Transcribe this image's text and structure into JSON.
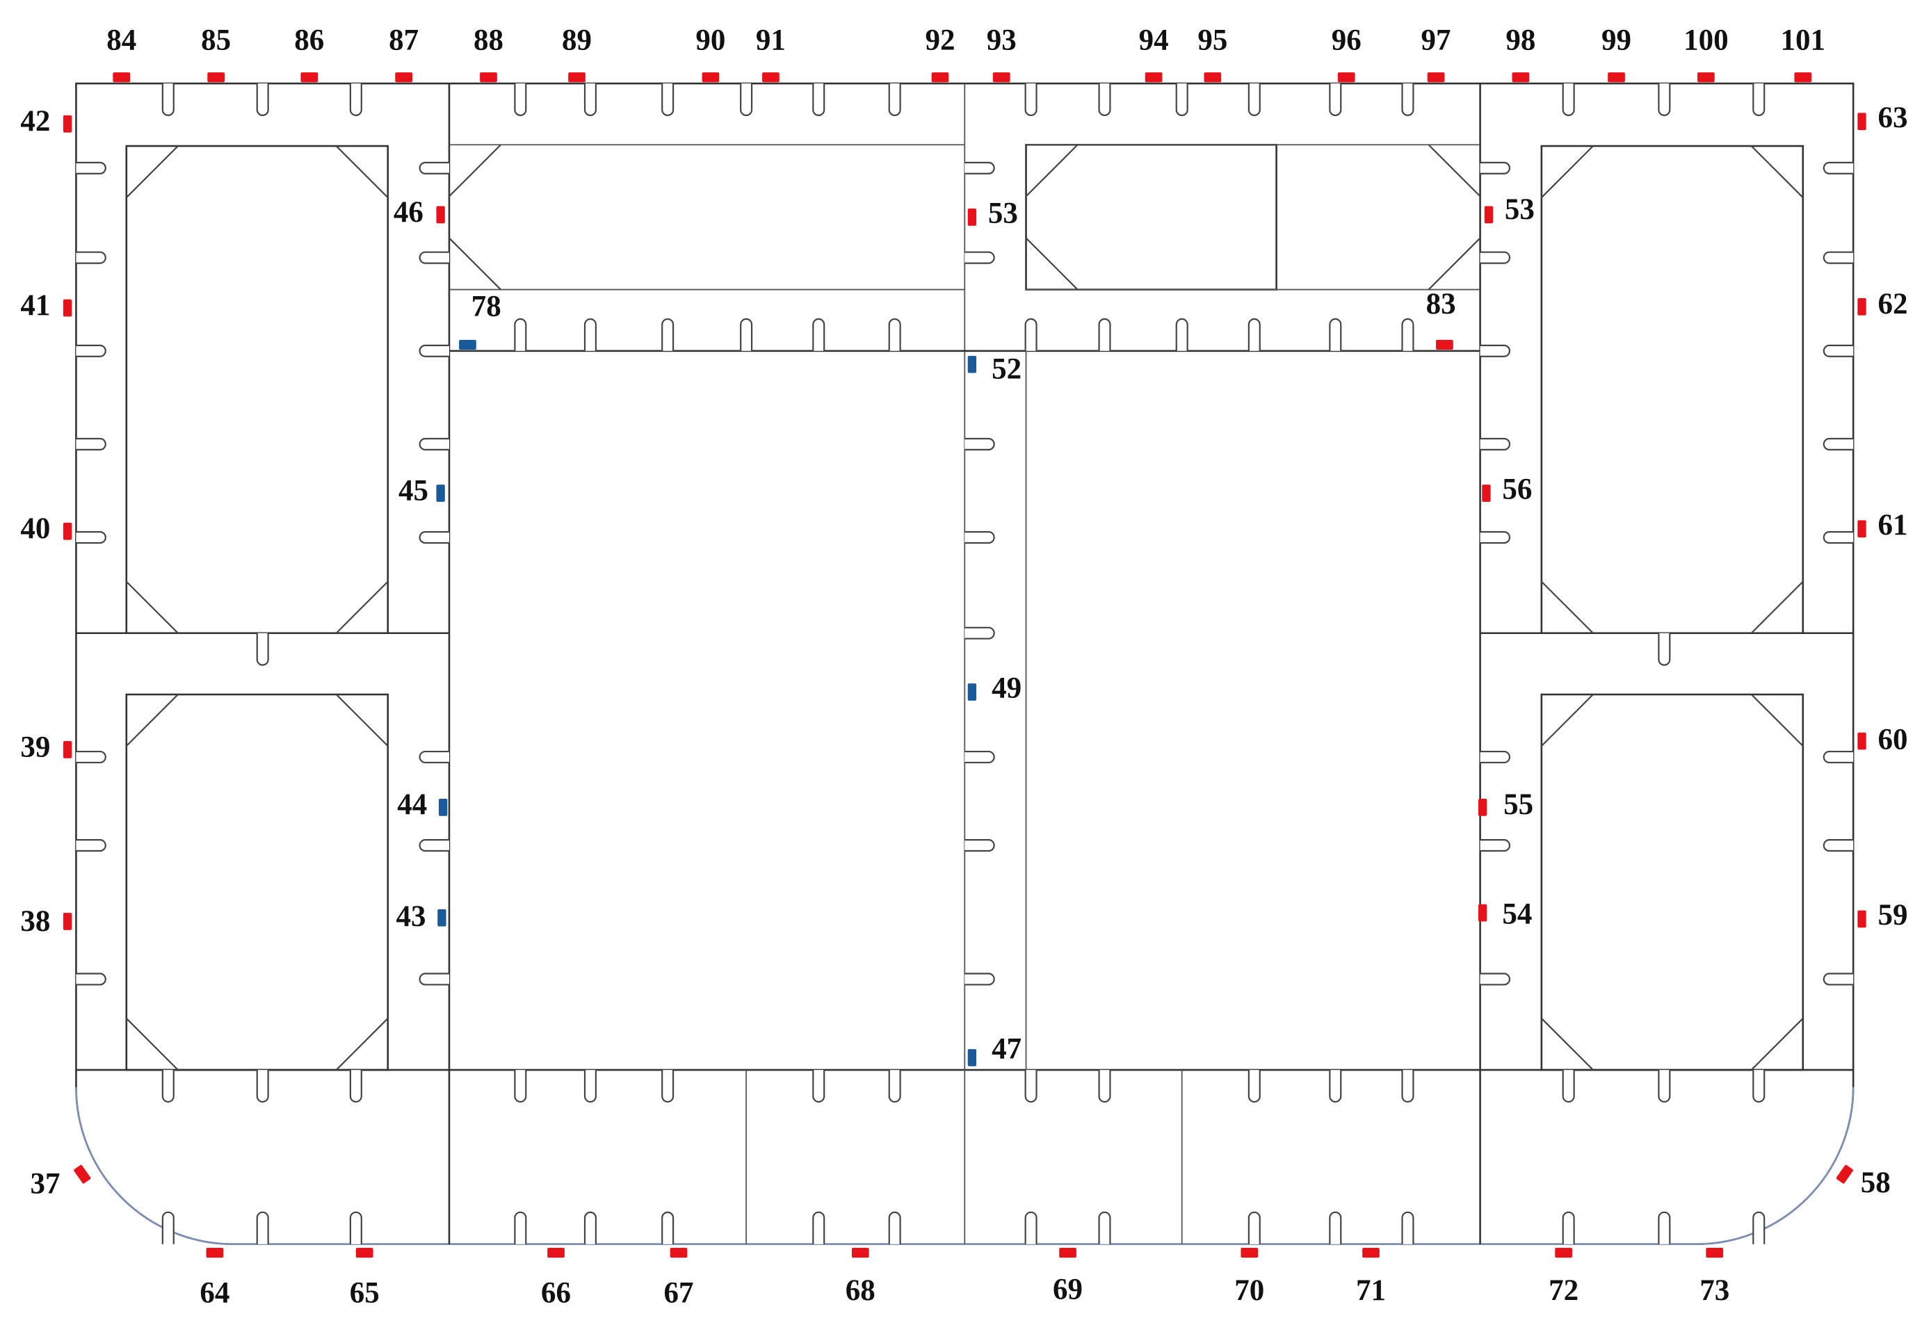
{
  "colors": {
    "active_sensor": "#e8121b",
    "inactive_sensor": "#1a5a9a",
    "structure_line": "#333333",
    "outer_bottom_line": "#7d8fb3"
  },
  "sensors": [
    {
      "id": "84",
      "status": "active"
    },
    {
      "id": "85",
      "status": "active"
    },
    {
      "id": "86",
      "status": "active"
    },
    {
      "id": "87",
      "status": "active"
    },
    {
      "id": "88",
      "status": "active"
    },
    {
      "id": "89",
      "status": "active"
    },
    {
      "id": "90",
      "status": "active"
    },
    {
      "id": "91",
      "status": "active"
    },
    {
      "id": "92",
      "status": "active"
    },
    {
      "id": "93",
      "status": "active"
    },
    {
      "id": "94",
      "status": "active"
    },
    {
      "id": "95",
      "status": "active"
    },
    {
      "id": "96",
      "status": "active"
    },
    {
      "id": "97",
      "status": "active"
    },
    {
      "id": "98",
      "status": "active"
    },
    {
      "id": "99",
      "status": "active"
    },
    {
      "id": "100",
      "status": "active"
    },
    {
      "id": "101",
      "status": "active"
    },
    {
      "id": "42",
      "status": "active"
    },
    {
      "id": "41",
      "status": "active"
    },
    {
      "id": "40",
      "status": "active"
    },
    {
      "id": "39",
      "status": "active"
    },
    {
      "id": "38",
      "status": "active"
    },
    {
      "id": "37",
      "status": "active"
    },
    {
      "id": "46",
      "status": "active"
    },
    {
      "id": "45",
      "status": "inactive"
    },
    {
      "id": "44",
      "status": "inactive"
    },
    {
      "id": "43",
      "status": "inactive"
    },
    {
      "id": "78",
      "status": "inactive"
    },
    {
      "id": "83",
      "status": "active"
    },
    {
      "id": "53",
      "status": "active"
    },
    {
      "id": "52",
      "status": "inactive"
    },
    {
      "id": "49",
      "status": "inactive"
    },
    {
      "id": "47",
      "status": "inactive"
    },
    {
      "id": "53",
      "status": "active"
    },
    {
      "id": "56",
      "status": "active"
    },
    {
      "id": "55",
      "status": "active"
    },
    {
      "id": "54",
      "status": "active"
    },
    {
      "id": "63",
      "status": "active"
    },
    {
      "id": "62",
      "status": "active"
    },
    {
      "id": "61",
      "status": "active"
    },
    {
      "id": "60",
      "status": "active"
    },
    {
      "id": "59",
      "status": "active"
    },
    {
      "id": "58",
      "status": "active"
    },
    {
      "id": "64",
      "status": "active"
    },
    {
      "id": "65",
      "status": "active"
    },
    {
      "id": "66",
      "status": "active"
    },
    {
      "id": "67",
      "status": "active"
    },
    {
      "id": "68",
      "status": "active"
    },
    {
      "id": "69",
      "status": "active"
    },
    {
      "id": "70",
      "status": "active"
    },
    {
      "id": "71",
      "status": "active"
    },
    {
      "id": "72",
      "status": "active"
    },
    {
      "id": "73",
      "status": "active"
    }
  ]
}
